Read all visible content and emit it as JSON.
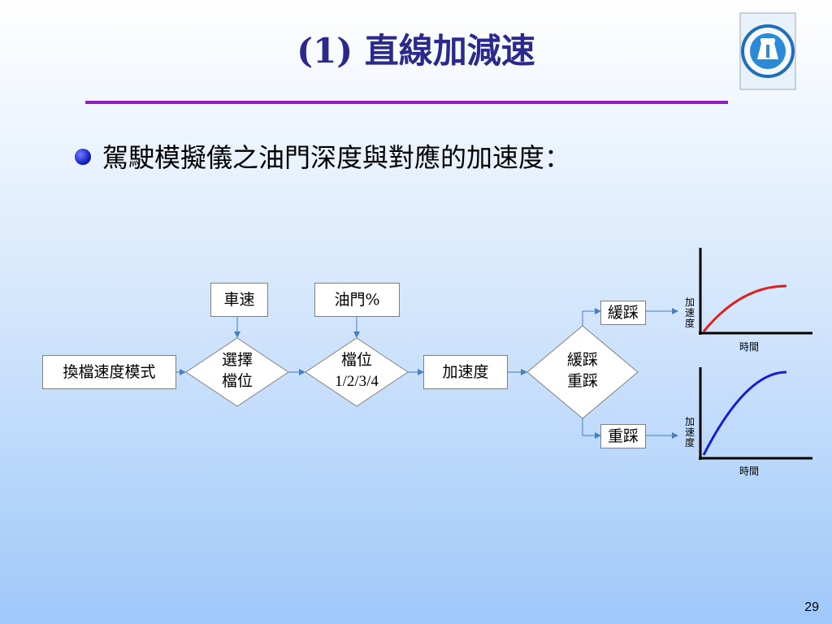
{
  "slide": {
    "title": "(1) 直線加減速",
    "bullet": "駕駛模擬儀之油門深度與對應的加速度：",
    "page_number": "29"
  },
  "flowchart": {
    "nodes": {
      "mode": "換檔速度模式",
      "speed": "車速",
      "throttle": "油門%",
      "select_line1": "選擇",
      "select_line2": "檔位",
      "gear_line1": "檔位",
      "gear_line2": "1/2/3/4",
      "accel": "加速度",
      "pedal_line1": "緩踩",
      "pedal_line2": "重踩",
      "gentle": "緩踩",
      "hard": "重踩"
    }
  },
  "chart_data": [
    {
      "type": "line",
      "xlabel": "時間",
      "ylabel": "加速度",
      "series": [
        {
          "color": "#e02020",
          "shape": "concave-rising"
        }
      ]
    },
    {
      "type": "line",
      "xlabel": "時間",
      "ylabel": "加速度",
      "series": [
        {
          "color": "#1a1ad6",
          "shape": "concave-rising-steep"
        }
      ]
    }
  ],
  "colors": {
    "title": "#2b2a8c",
    "title_rule": "#8e1fc0",
    "arrow": "#4a7ec0",
    "curve_gentle": "#e02020",
    "curve_hard": "#1a1ad6"
  }
}
